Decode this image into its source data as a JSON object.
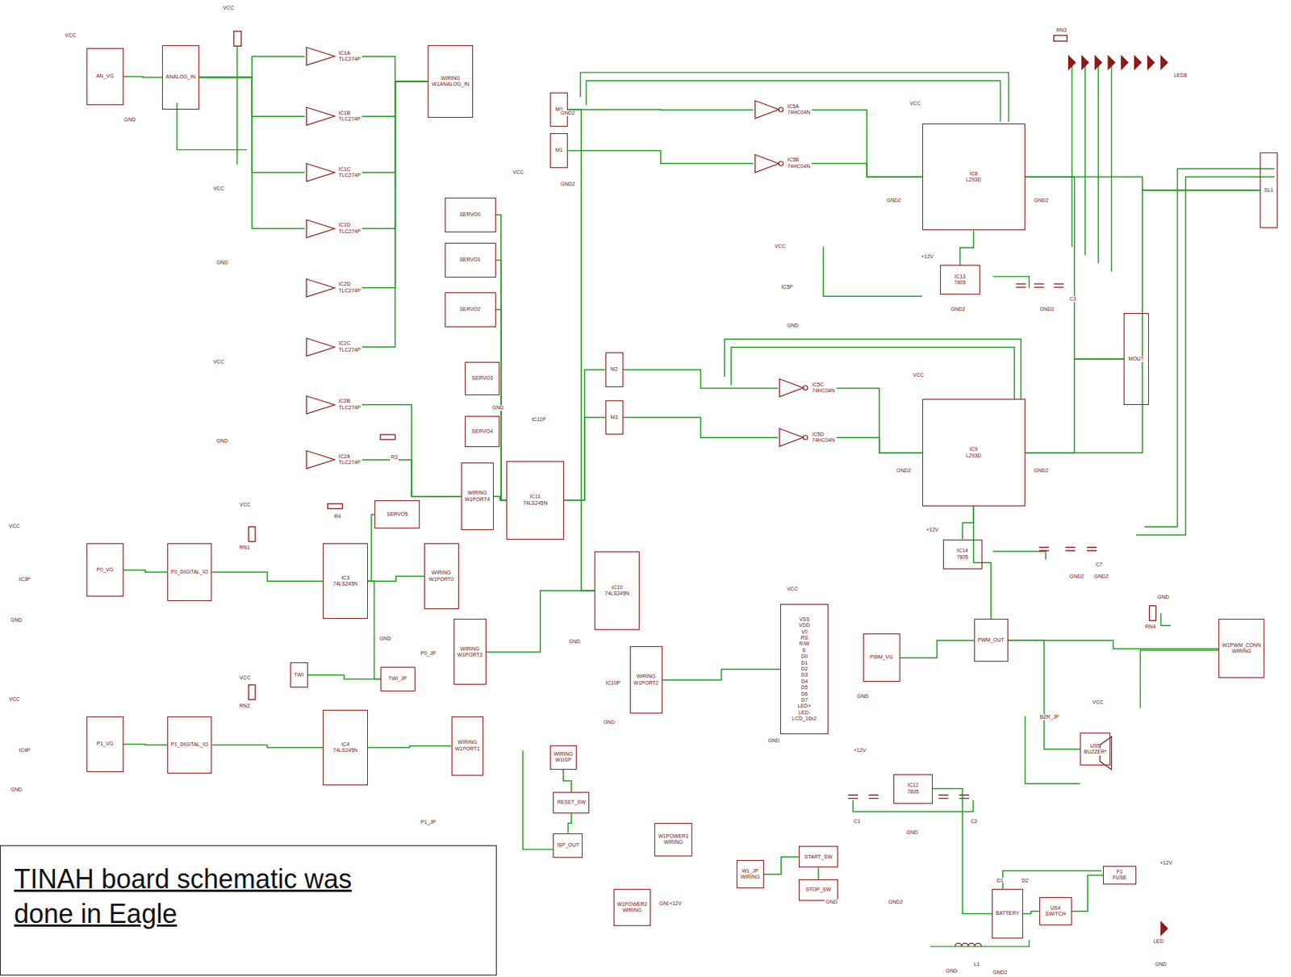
{
  "diagram": {
    "caption": "",
    "nodes": [
      {
        "text": [
          "AN_VG"
        ]
      },
      {
        "text": [
          "ANALOG_IN"
        ]
      },
      {
        "text": [
          "IC1A",
          "TLC274P"
        ]
      },
      {
        "text": [
          "IC1B",
          "TLC274P"
        ]
      },
      {
        "text": [
          "IC1C",
          "TLC274P"
        ]
      },
      {
        "text": [
          "IC1D",
          "TLC274P"
        ]
      },
      {
        "text": [
          "IC2D",
          "TLC274P"
        ]
      },
      {
        "text": [
          "IC2C",
          "TLC274P"
        ]
      },
      {
        "text": [
          "IC2B",
          "TLC274P"
        ]
      },
      {
        "text": [
          "IC2A",
          "TLC274P"
        ]
      },
      {
        "text": [
          "WIRING",
          "W1ANALOG_IN"
        ]
      },
      {
        "text": [
          "M0"
        ]
      },
      {
        "text": [
          "M1"
        ]
      },
      {
        "text": [
          "IC5A",
          "74HC04N"
        ]
      },
      {
        "text": [
          "IC5B",
          "74HC04N"
        ]
      },
      {
        "text": [
          "IC8",
          "L293D"
        ]
      },
      {
        "text": [
          "SERVO0"
        ]
      },
      {
        "text": [
          "SERVO1"
        ]
      },
      {
        "text": [
          "SERVO2"
        ]
      },
      {
        "text": [
          "IC13",
          "7805"
        ]
      },
      {
        "text": [
          "MOUT"
        ]
      },
      {
        "text": [
          "SL1"
        ]
      },
      {
        "text": [
          "SERVO3"
        ]
      },
      {
        "text": [
          "SERVO4"
        ]
      },
      {
        "text": [
          "M2"
        ]
      },
      {
        "text": [
          "M3"
        ]
      },
      {
        "text": [
          "IC5C",
          "74HC04N"
        ]
      },
      {
        "text": [
          "IC5D",
          "74HC04N"
        ]
      },
      {
        "text": [
          "IC9",
          "L293D"
        ]
      },
      {
        "text": [
          "IC11",
          "74LS245N"
        ]
      },
      {
        "text": [
          "WIRING",
          "W1PORT4"
        ]
      },
      {
        "text": [
          "SERVO5"
        ]
      },
      {
        "text": [
          "IC14",
          "7805"
        ]
      },
      {
        "text": [
          "IC3",
          "74LS245N"
        ]
      },
      {
        "text": [
          "P0_VG"
        ]
      },
      {
        "text": [
          "P0_DIGITAL_IO"
        ]
      },
      {
        "text": [
          "WIRING",
          "W1PORT0"
        ]
      },
      {
        "text": [
          "IC10",
          "74LS245N"
        ]
      },
      {
        "text": [
          "VSS",
          "VDD",
          "V0",
          "RS",
          "R/W",
          "E",
          "D0",
          "D1",
          "D2",
          "D3",
          "D4",
          "D5",
          "D6",
          "D7",
          "LED+",
          "LED-",
          "LCD_16x2"
        ]
      },
      {
        "text": [
          "PWM_OUT"
        ]
      },
      {
        "text": [
          "PWM_VG"
        ]
      },
      {
        "text": [
          "W1PWM_CONN",
          "WIRING"
        ]
      },
      {
        "text": [
          "WIRING",
          "W1PORT3"
        ]
      },
      {
        "text": [
          "TWI"
        ]
      },
      {
        "text": [
          "TWI_JP"
        ]
      },
      {
        "text": [
          "WIRING",
          "W1PORT2"
        ]
      },
      {
        "text": [
          "US5",
          "BUZZER*"
        ]
      },
      {
        "text": [
          "P1_VG"
        ]
      },
      {
        "text": [
          "P1_DIGITAL_IO"
        ]
      },
      {
        "text": [
          "IC4",
          "74LS245N"
        ]
      },
      {
        "text": [
          "WIRING",
          "W1PORT1"
        ]
      },
      {
        "text": [
          "WIRING",
          "W1ISP"
        ]
      },
      {
        "text": [
          "RESET_SW"
        ]
      },
      {
        "text": [
          "ISP_OUT"
        ]
      },
      {
        "text": [
          "W1POWER1",
          "WIRING"
        ]
      },
      {
        "text": [
          "IC12",
          "7805"
        ]
      },
      {
        "text": [
          "W1_JP",
          "WIRING"
        ]
      },
      {
        "text": [
          "START_SW"
        ]
      },
      {
        "text": [
          "STOP_SW"
        ]
      },
      {
        "text": [
          "W1POWER2",
          "WIRING"
        ]
      },
      {
        "text": [
          "BATTERY"
        ]
      },
      {
        "text": [
          "F1",
          "FUSE"
        ]
      },
      {
        "text": [
          "US4",
          "SWITCH"
        ]
      },
      {
        "text": [
          "TINAH board schematic was done in Eagle"
        ]
      }
    ],
    "edges": [
      {
        "from": 0,
        "to": 1,
        "arrow": "none"
      },
      {
        "from": 1,
        "to": 2,
        "arrow": "none"
      },
      {
        "from": 1,
        "to": 3,
        "arrow": "none"
      },
      {
        "from": 1,
        "to": 4,
        "arrow": "none"
      },
      {
        "from": 1,
        "to": 5,
        "arrow": "none"
      },
      {
        "from": 2,
        "to": 10,
        "arrow": "none"
      },
      {
        "from": 3,
        "to": 10,
        "arrow": "none"
      },
      {
        "from": 4,
        "to": 10,
        "arrow": "none"
      },
      {
        "from": 5,
        "to": 10,
        "arrow": "none"
      },
      {
        "from": 6,
        "to": 10,
        "arrow": "none"
      },
      {
        "from": 7,
        "to": 10,
        "arrow": "none"
      },
      {
        "from": 8,
        "to": 30,
        "arrow": "none"
      },
      {
        "from": 9,
        "to": 30,
        "arrow": "none"
      },
      {
        "from": 11,
        "to": 13,
        "arrow": "none"
      },
      {
        "from": 12,
        "to": 14,
        "arrow": "none"
      },
      {
        "from": 13,
        "to": 15,
        "arrow": "none"
      },
      {
        "from": 14,
        "to": 15,
        "arrow": "none"
      },
      {
        "from": 15,
        "to": 20,
        "arrow": "none"
      },
      {
        "from": 15,
        "to": 21,
        "arrow": "none"
      },
      {
        "from": 19,
        "to": 15,
        "arrow": "none"
      },
      {
        "from": 24,
        "to": 26,
        "arrow": "none"
      },
      {
        "from": 25,
        "to": 27,
        "arrow": "none"
      },
      {
        "from": 26,
        "to": 28,
        "arrow": "none"
      },
      {
        "from": 27,
        "to": 28,
        "arrow": "none"
      },
      {
        "from": 28,
        "to": 20,
        "arrow": "none"
      },
      {
        "from": 28,
        "to": 21,
        "arrow": "none"
      },
      {
        "from": 32,
        "to": 28,
        "arrow": "none"
      },
      {
        "from": 16,
        "to": 29,
        "arrow": "none"
      },
      {
        "from": 17,
        "to": 29,
        "arrow": "none"
      },
      {
        "from": 18,
        "to": 29,
        "arrow": "none"
      },
      {
        "from": 30,
        "to": 29,
        "arrow": "none"
      },
      {
        "from": 29,
        "to": 24,
        "arrow": "none"
      },
      {
        "from": 29,
        "to": 25,
        "arrow": "none"
      },
      {
        "from": 34,
        "to": 35,
        "arrow": "none"
      },
      {
        "from": 35,
        "to": 33,
        "arrow": "none"
      },
      {
        "from": 33,
        "to": 36,
        "arrow": "none"
      },
      {
        "from": 37,
        "to": 42,
        "arrow": "none"
      },
      {
        "from": 37,
        "to": 11,
        "arrow": "none"
      },
      {
        "from": 45,
        "to": 38,
        "arrow": "none"
      },
      {
        "from": 39,
        "to": 40,
        "arrow": "none"
      },
      {
        "from": 39,
        "to": 41,
        "arrow": "none"
      },
      {
        "from": 39,
        "to": 28,
        "arrow": "none"
      },
      {
        "from": 47,
        "to": 48,
        "arrow": "none"
      },
      {
        "from": 48,
        "to": 49,
        "arrow": "none"
      },
      {
        "from": 49,
        "to": 50,
        "arrow": "none"
      },
      {
        "from": 43,
        "to": 44,
        "arrow": "none"
      },
      {
        "from": 44,
        "to": 33,
        "arrow": "none"
      },
      {
        "from": 51,
        "to": 52,
        "arrow": "none"
      },
      {
        "from": 52,
        "to": 53,
        "arrow": "none"
      },
      {
        "from": 56,
        "to": 57,
        "arrow": "none"
      },
      {
        "from": 57,
        "to": 58,
        "arrow": "none"
      },
      {
        "from": 60,
        "to": 62,
        "arrow": "none"
      },
      {
        "from": 62,
        "to": 61,
        "arrow": "none"
      },
      {
        "from": 46,
        "to": 39,
        "arrow": "none"
      },
      {
        "from": 55,
        "to": 60,
        "arrow": "none"
      },
      {
        "from": 31,
        "to": 33,
        "arrow": "none"
      }
    ],
    "labels": [
      "VCC",
      "VCC",
      "VCC",
      "VCC",
      "VCC",
      "VCC",
      "VCC",
      "VCC",
      "VCC",
      "VCC",
      "VCC",
      "VCC",
      "VCC",
      "VCC",
      "GND",
      "GND",
      "GND",
      "GND",
      "GND",
      "GND",
      "GND",
      "GND",
      "GND",
      "GND",
      "GND",
      "GND",
      "GND",
      "GND",
      "GND",
      "GND",
      "GND",
      "GND",
      "GND2",
      "GND2",
      "GND2",
      "GND2",
      "GND2",
      "GND2",
      "GND2",
      "GND2",
      "GND2",
      "GND2",
      "GND2",
      "GND2",
      "+12V",
      "+12V",
      "+12V",
      "+12V",
      "+12V",
      "RN1",
      "RN2",
      "RN3",
      "RN4",
      "R3",
      "R4",
      "IC3P",
      "IC4P",
      "IC10P",
      "IC11P",
      "IC5P",
      "L1",
      "D1",
      "D2",
      "C1",
      "C2",
      "C3",
      "C7",
      "LED",
      "BZR_JP",
      "P0_JP",
      "P1_JP",
      "LED8"
    ]
  }
}
